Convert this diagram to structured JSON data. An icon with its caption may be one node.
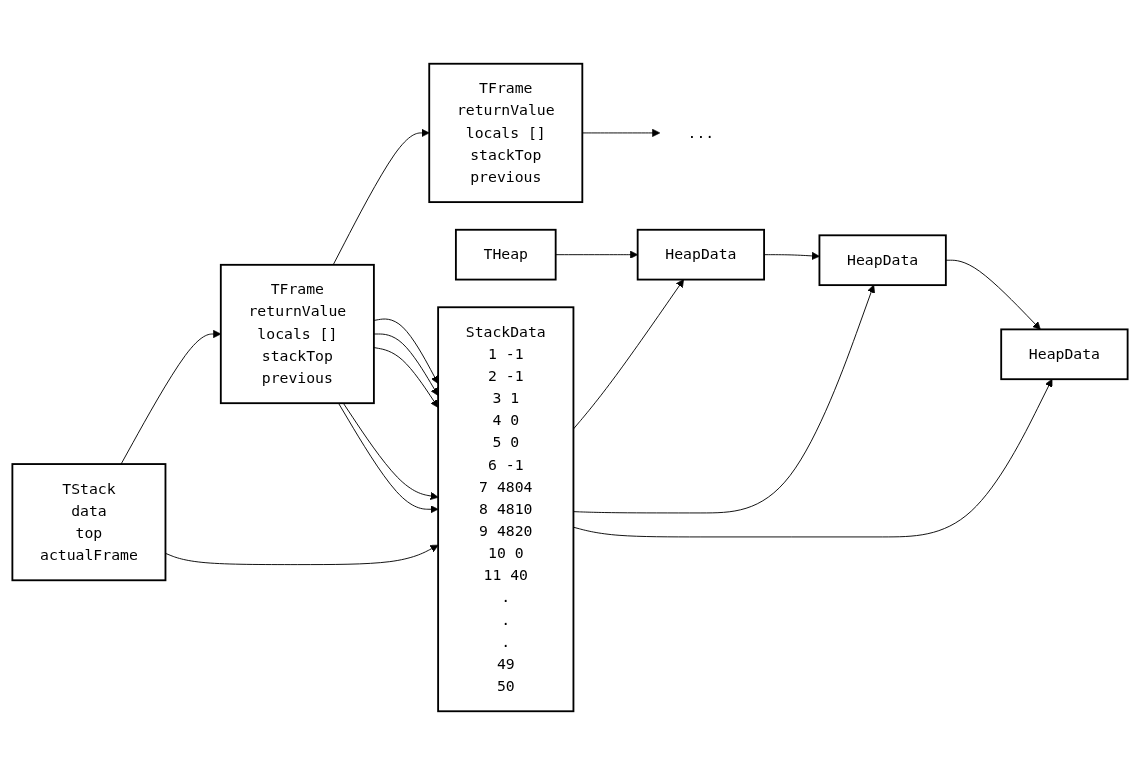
{
  "diagram": {
    "nodes": [
      {
        "text": [
          "TStack",
          "data",
          "top",
          "actualFrame"
        ]
      },
      {
        "text": [
          "StackData",
          "1 -1",
          "2 -1",
          "3 1",
          "4 0",
          "5 0",
          "6 -1",
          "7 4804",
          "8 4810",
          "9 4820",
          "10 0",
          "11 40",
          ".",
          ".",
          ".",
          "49",
          "50"
        ]
      },
      {
        "text": [
          "TFrame",
          "returnValue",
          "locals []",
          "stackTop",
          "previous"
        ]
      },
      {
        "text": [
          "TFrame",
          "returnValue",
          "locals []",
          "stackTop",
          "previous"
        ]
      },
      {
        "text": [
          "..."
        ]
      },
      {
        "text": [
          "THeap"
        ]
      },
      {
        "text": [
          "HeapData"
        ]
      },
      {
        "text": [
          "HeapData"
        ]
      },
      {
        "text": [
          "HeapData"
        ]
      }
    ],
    "edges": [
      {
        "from": 0,
        "to": 1,
        "arrow": "to"
      },
      {
        "from": 0,
        "to": 2,
        "arrow": "to"
      },
      {
        "from": 2,
        "to": 1,
        "arrow": "to"
      },
      {
        "from": 2,
        "to": 1,
        "arrow": "to"
      },
      {
        "from": 2,
        "to": 1,
        "arrow": "to"
      },
      {
        "from": 2,
        "to": 1,
        "arrow": "to"
      },
      {
        "from": 2,
        "to": 1,
        "arrow": "to"
      },
      {
        "from": 2,
        "to": 3,
        "arrow": "to"
      },
      {
        "from": 3,
        "to": 4,
        "arrow": "to"
      },
      {
        "from": 1,
        "to": 8,
        "arrow": "to"
      },
      {
        "from": 1,
        "to": 7,
        "arrow": "to"
      },
      {
        "from": 1,
        "to": 6,
        "arrow": "to"
      },
      {
        "from": 5,
        "to": 6,
        "arrow": "to"
      },
      {
        "from": 6,
        "to": 7,
        "arrow": "to"
      },
      {
        "from": 7,
        "to": 8,
        "arrow": "to"
      }
    ]
  }
}
